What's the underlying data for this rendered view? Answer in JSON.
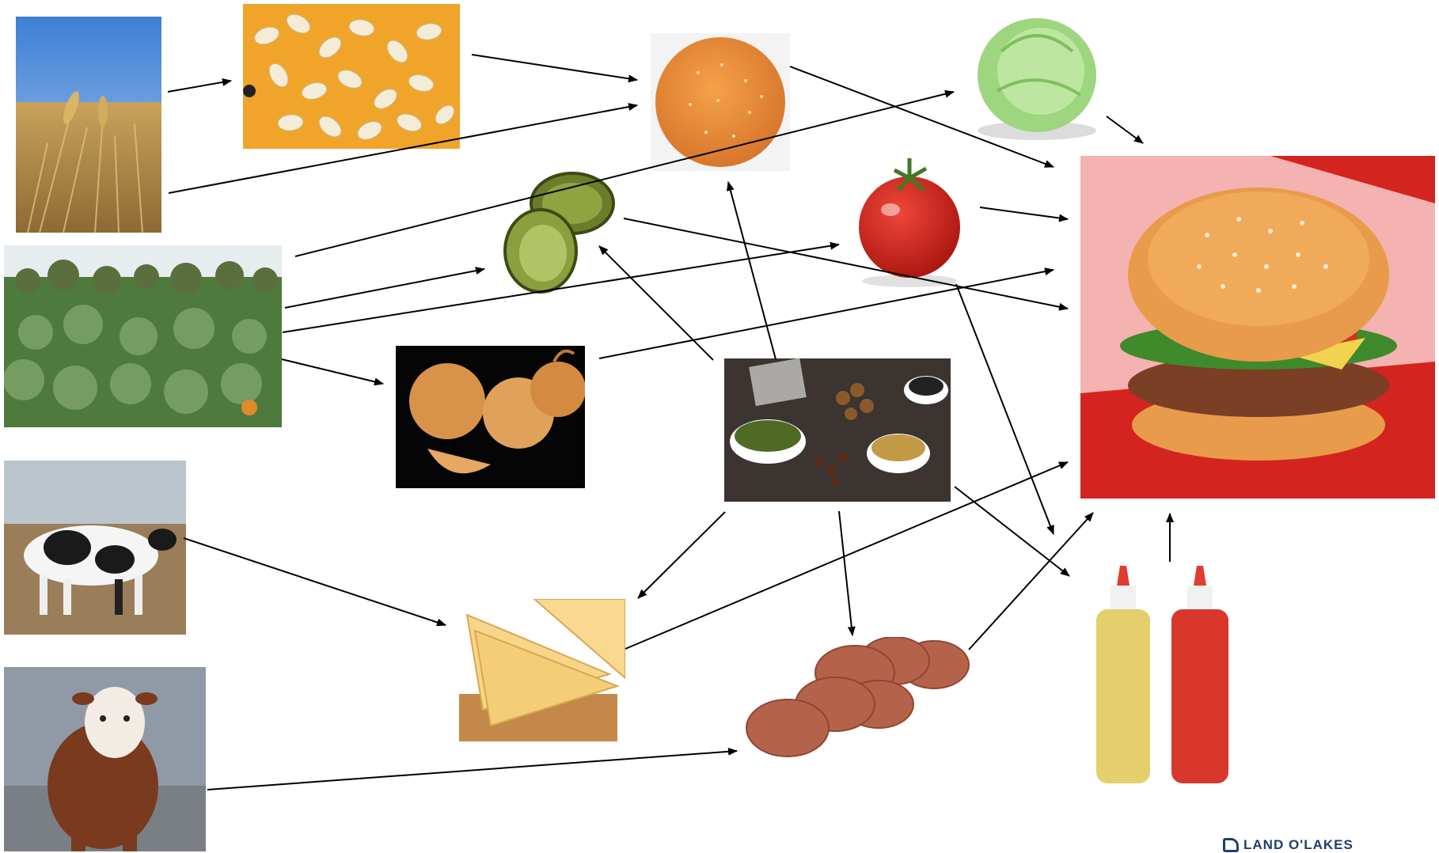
{
  "diagram": {
    "type": "food-origin flow diagram",
    "nodes": [
      {
        "id": "wheat-field",
        "icon": "wheat-field-photo"
      },
      {
        "id": "sesame-seeds",
        "icon": "sesame-seeds-photo"
      },
      {
        "id": "vegetable-field",
        "icon": "vegetable-field-photo"
      },
      {
        "id": "dairy-cow",
        "icon": "holstein-cow-photo"
      },
      {
        "id": "beef-cow",
        "icon": "hereford-cow-photo"
      },
      {
        "id": "bun",
        "icon": "sesame-bun-photo"
      },
      {
        "id": "pickles",
        "icon": "pickle-slices-photo"
      },
      {
        "id": "onions",
        "icon": "onions-photo"
      },
      {
        "id": "spices",
        "icon": "spices-photo"
      },
      {
        "id": "lettuce",
        "icon": "lettuce-photo"
      },
      {
        "id": "tomato",
        "icon": "tomato-photo"
      },
      {
        "id": "cheese",
        "icon": "cheese-slices-photo"
      },
      {
        "id": "patties",
        "icon": "meat-patties-photo"
      },
      {
        "id": "condiments",
        "icon": "mustard-ketchup-bottles-photo"
      },
      {
        "id": "hamburger",
        "icon": "hamburger-photo"
      }
    ],
    "edges": [
      {
        "from": "wheat-field",
        "to": "sesame-seeds"
      },
      {
        "from": "sesame-seeds",
        "to": "bun"
      },
      {
        "from": "wheat-field",
        "to": "bun"
      },
      {
        "from": "vegetable-field",
        "to": "lettuce"
      },
      {
        "from": "vegetable-field",
        "to": "pickles"
      },
      {
        "from": "vegetable-field",
        "to": "tomato"
      },
      {
        "from": "vegetable-field",
        "to": "onions"
      },
      {
        "from": "bun",
        "to": "hamburger"
      },
      {
        "from": "lettuce",
        "to": "hamburger"
      },
      {
        "from": "tomato",
        "to": "hamburger"
      },
      {
        "from": "pickles",
        "to": "hamburger"
      },
      {
        "from": "onions",
        "to": "hamburger"
      },
      {
        "from": "spices",
        "to": "pickles"
      },
      {
        "from": "spices",
        "to": "bun"
      },
      {
        "from": "spices",
        "to": "cheese"
      },
      {
        "from": "spices",
        "to": "patties"
      },
      {
        "from": "spices",
        "to": "condiments"
      },
      {
        "from": "tomato",
        "to": "condiments"
      },
      {
        "from": "dairy-cow",
        "to": "cheese"
      },
      {
        "from": "cheese",
        "to": "hamburger"
      },
      {
        "from": "beef-cow",
        "to": "patties"
      },
      {
        "from": "patties",
        "to": "hamburger"
      },
      {
        "from": "condiments",
        "to": "hamburger"
      }
    ]
  },
  "logo": {
    "text": "LAND O'LAKES",
    "icon": "land-o-lakes-logo"
  },
  "colors": {
    "arrow": "#000000",
    "background": "#ffffff"
  }
}
